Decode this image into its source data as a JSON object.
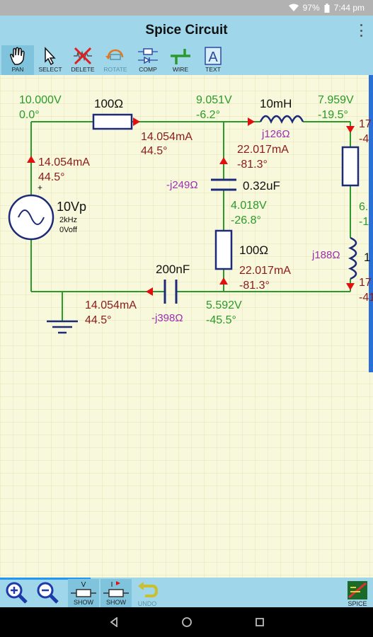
{
  "status": {
    "battery": "97%",
    "time": "7:44 pm"
  },
  "app": {
    "title": "Spice Circuit"
  },
  "toolbar": [
    {
      "label": "PAN",
      "icon": "hand-icon",
      "selected": true
    },
    {
      "label": "SELECT",
      "icon": "pointer-icon"
    },
    {
      "label": "DELETE",
      "icon": "delete-icon"
    },
    {
      "label": "ROTATE",
      "icon": "rotate-icon",
      "disabled": true
    },
    {
      "label": "COMP",
      "icon": "component-icon"
    },
    {
      "label": "WIRE",
      "icon": "wire-icon"
    },
    {
      "label": "TEXT",
      "icon": "text-icon",
      "glyph": "A"
    }
  ],
  "circuit": {
    "source": {
      "name": "10Vp",
      "freq": "2kHz",
      "offset": "0Voff",
      "polarity": "+"
    },
    "node_left": {
      "voltage": "10.000V",
      "phase": "0.0°"
    },
    "node_mid": {
      "voltage": "9.051V",
      "phase": "-6.2°"
    },
    "node_right": {
      "voltage": "7.959V",
      "phase": "-19.5°"
    },
    "node_mid_lower": {
      "voltage": "4.018V",
      "phase": "-26.8°"
    },
    "node_bottom": {
      "voltage": "5.592V",
      "phase": "-45.5°"
    },
    "r1": {
      "label": "100Ω",
      "current": "14.054mA",
      "phase": "44.5°"
    },
    "src_current": {
      "current": "14.054mA",
      "phase": "44.5°"
    },
    "cap1": {
      "label": "0.32uF",
      "impedance": "-j249Ω",
      "current": "22.017mA",
      "phase": "-81.3°"
    },
    "r2": {
      "label": "100Ω",
      "current": "22.017mA",
      "phase": "-81.3°"
    },
    "l1": {
      "label": "10mH",
      "impedance": "j126Ω"
    },
    "l2": {
      "impedance": "j188Ω"
    },
    "c2": {
      "label": "200nF",
      "impedance": "-j398Ω",
      "current": "14.054mA",
      "phase": "44.5°"
    },
    "right_clip": {
      "a": "17",
      "b": "-4",
      "c": "6.",
      "d": "-1",
      "e": "1",
      "f": "17",
      "g": "-41"
    }
  },
  "bottom": {
    "zoom_in": "zoom-in-icon",
    "zoom_out": "zoom-out-icon",
    "show_v_label": "SHOW",
    "show_v_glyph": "V",
    "show_i_label": "SHOW",
    "show_i_glyph": "I",
    "undo_label": "UNDO",
    "spice_label": "SPICE"
  },
  "colors": {
    "wire": "#2a9a2a",
    "voltage_text": "#2a9a2a",
    "current_text": "#8b1a1a",
    "impedance_text": "#9b30b0",
    "component": "#1c2a78",
    "arrow": "#e01010",
    "grid": "#e8e6b8",
    "bar": "#9fd6ea"
  }
}
